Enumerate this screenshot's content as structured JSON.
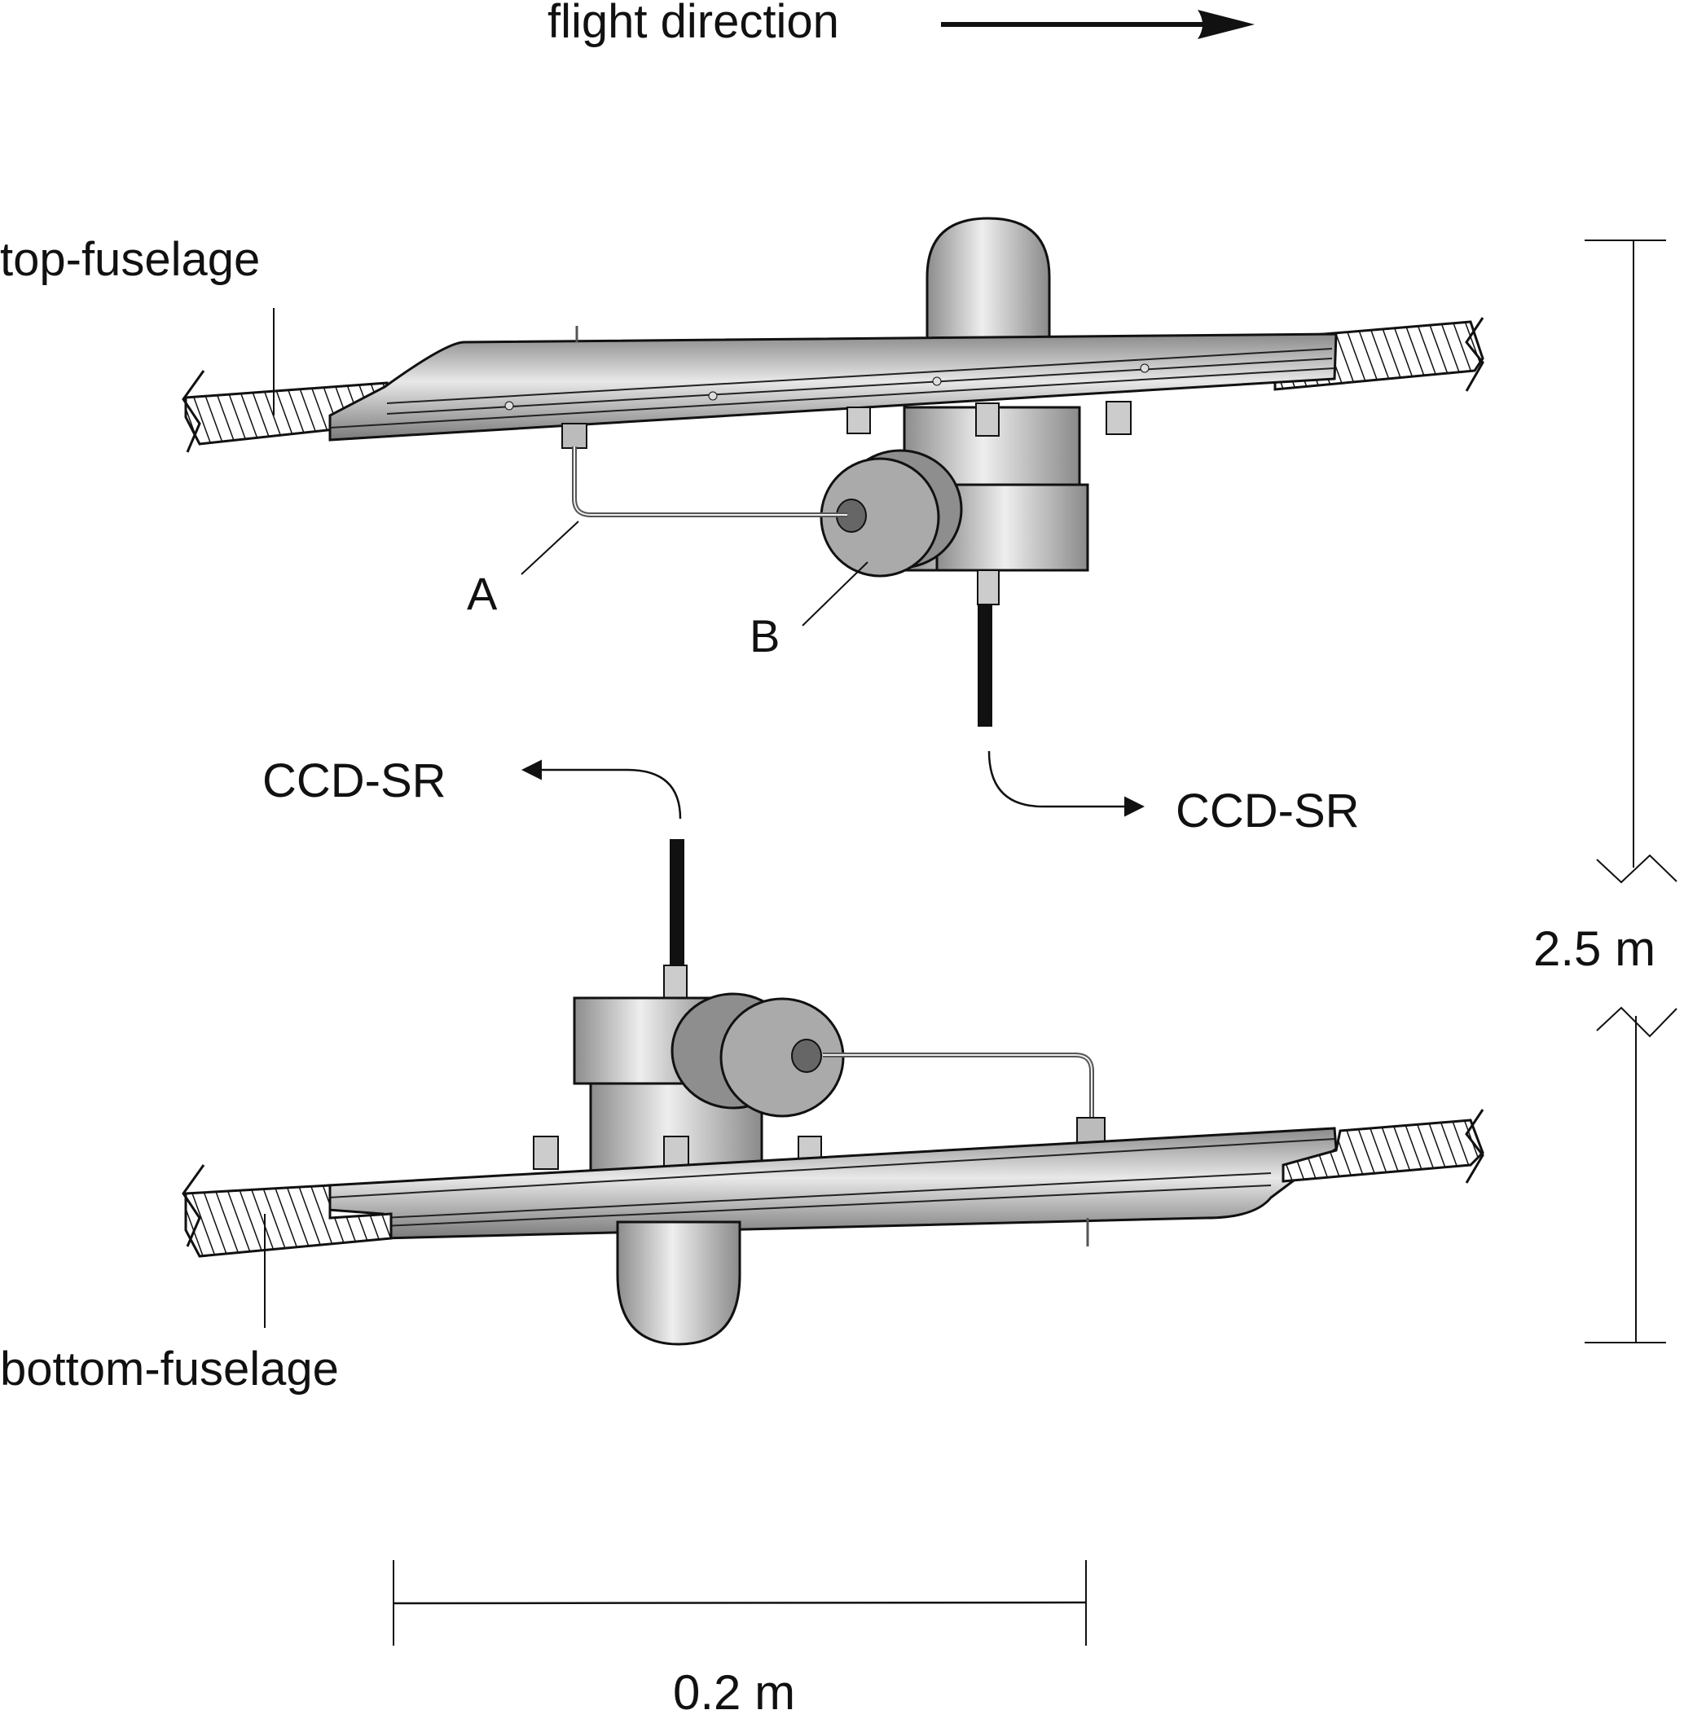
{
  "title": "flight direction",
  "labels": {
    "top_fuselage": "top-fuselage",
    "bottom_fuselage": "bottom-fuselage",
    "a": "A",
    "b": "B",
    "ccd_sr_left": "CCD-SR",
    "ccd_sr_right": "CCD-SR"
  },
  "dimensions": {
    "vertical": "2.5 m",
    "horizontal": "0.2 m"
  },
  "colors": {
    "metal_light": "#e6e6e6",
    "metal_mid": "#a8a8a8",
    "metal_dark": "#6e6e6e",
    "outline": "#1a1a1a",
    "cable": "#111111"
  }
}
